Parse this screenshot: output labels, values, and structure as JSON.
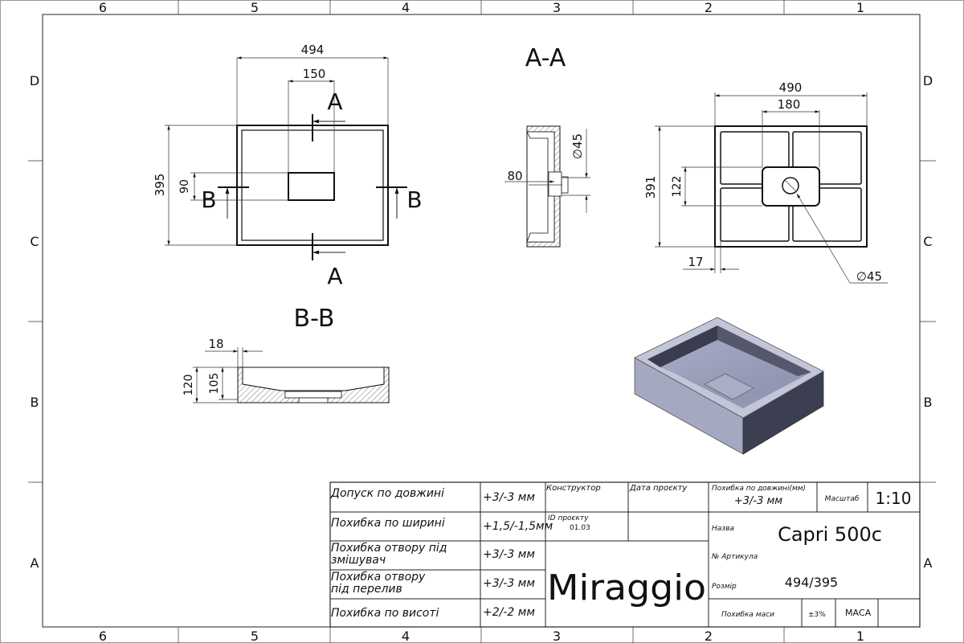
{
  "frame": {
    "columns": [
      "6",
      "5",
      "4",
      "3",
      "2",
      "1"
    ],
    "rows": [
      "D",
      "C",
      "B",
      "A"
    ]
  },
  "views": {
    "top_view": {
      "width": "494",
      "drain_width": "150",
      "depth": "395",
      "drain_depth": "90",
      "section_a": "A",
      "section_b": "B"
    },
    "section_aa": {
      "title": "A-A",
      "dim_80": "80",
      "dim_diam45": "∅45"
    },
    "right_view": {
      "width": "490",
      "center_width": "180",
      "depth": "391",
      "center_depth": "122",
      "wall": "17",
      "diam": "∅45"
    },
    "section_bb": {
      "title": "B-B",
      "wall": "18",
      "height_total": "120",
      "height_inner": "105"
    }
  },
  "title_block": {
    "tolerances": [
      {
        "label_1": "Допуск по довжині",
        "label_2": "",
        "value": "+3/-3 мм"
      },
      {
        "label_1": "Похибка по ширині",
        "label_2": "",
        "value": "+1,5/-1,5мм"
      },
      {
        "label_1": "Похибка отвору під",
        "label_2": "змішувач",
        "value": "+3/-3 мм"
      },
      {
        "label_1": "Похибка отвору",
        "label_2": "під перелив",
        "value": "+3/-3 мм"
      },
      {
        "label_1": "Похибка по висоті",
        "label_2": "",
        "value": "+2/-2 мм"
      }
    ],
    "designer_label": "Конструктор",
    "project_date_label": "Дата проєкту",
    "project_id_label": "ID проєкту",
    "project_id_value": "01.03",
    "brand": "Miraggio",
    "length_tol_label": "Похибка по довжині(мм)",
    "length_tol_value": "+3/-3 мм",
    "scale_label": "Масштаб",
    "scale_value": "1:10",
    "name_label": "Назва",
    "name_value": "Capri 500c",
    "article_label": "№ Артикула",
    "size_label": "Розмір",
    "size_value": "494/395",
    "mass_tol_label": "Похибка маси",
    "mass_tol_value": "±3%",
    "mass_label": "МАСА"
  }
}
